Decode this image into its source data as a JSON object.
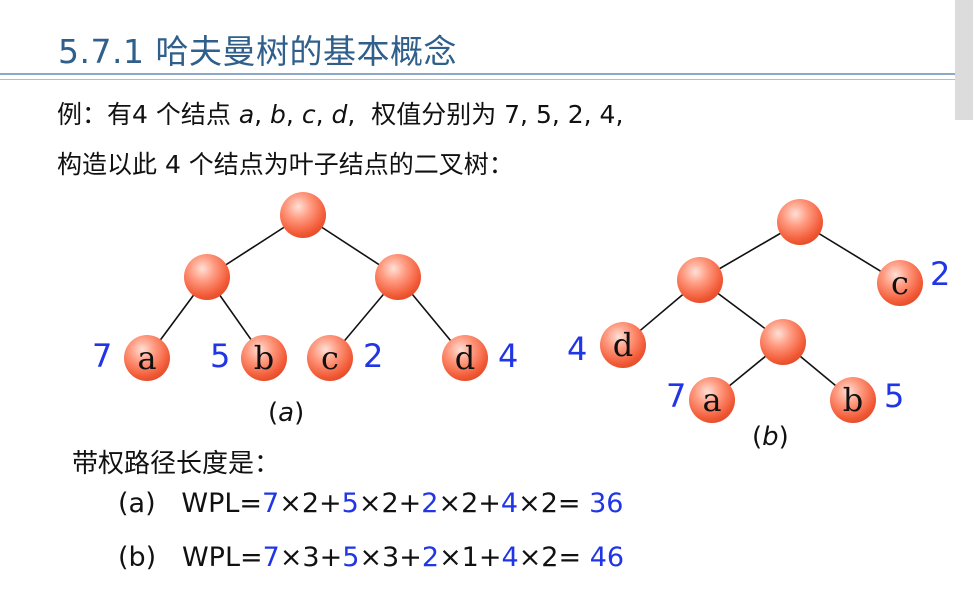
{
  "title": "5.7.1 哈夫曼树的基本概念",
  "intro": {
    "line1": {
      "prefix": "例：有4 个结点 ",
      "a": "a",
      "sep1": ", ",
      "b": "b",
      "sep2": ", ",
      "c": "c",
      "sep3": ", ",
      "d": "d",
      "suffix": ",  权值分别为 7, 5, 2, 4,"
    },
    "line2": "构造以此 4 个结点为叶子结点的二叉树："
  },
  "tree_a": {
    "caption_open": "(",
    "caption_letter": "a",
    "caption_close": ")",
    "leaves": [
      {
        "letter": "a",
        "weight": "7"
      },
      {
        "letter": "b",
        "weight": "5"
      },
      {
        "letter": "c",
        "weight": "2"
      },
      {
        "letter": "d",
        "weight": "4"
      }
    ]
  },
  "tree_b": {
    "caption_open": "(",
    "caption_letter": "b",
    "caption_close": ")",
    "leaves": [
      {
        "letter": "c",
        "weight": "2"
      },
      {
        "letter": "d",
        "weight": "4"
      },
      {
        "letter": "a",
        "weight": "7"
      },
      {
        "letter": "b",
        "weight": "5"
      }
    ]
  },
  "wpl_heading": "带权路径长度是：",
  "formulas": [
    {
      "label": "(a)",
      "prefix": "WPL=",
      "terms": [
        {
          "w": "7",
          "op": "×2+"
        },
        {
          "w": "5",
          "op": "×2+"
        },
        {
          "w": "2",
          "op": "×2+"
        },
        {
          "w": "4",
          "op": "×2= "
        }
      ],
      "result": "36"
    },
    {
      "label": "(b)",
      "prefix": "WPL=",
      "terms": [
        {
          "w": "7",
          "op": "×3+"
        },
        {
          "w": "5",
          "op": "×3+"
        },
        {
          "w": "2",
          "op": "×1+"
        },
        {
          "w": "4",
          "op": "×2= "
        }
      ],
      "result": "46"
    }
  ],
  "colors": {
    "title": "#2f5f8a",
    "weight": "#1f35e6",
    "node": "#f25a36"
  }
}
